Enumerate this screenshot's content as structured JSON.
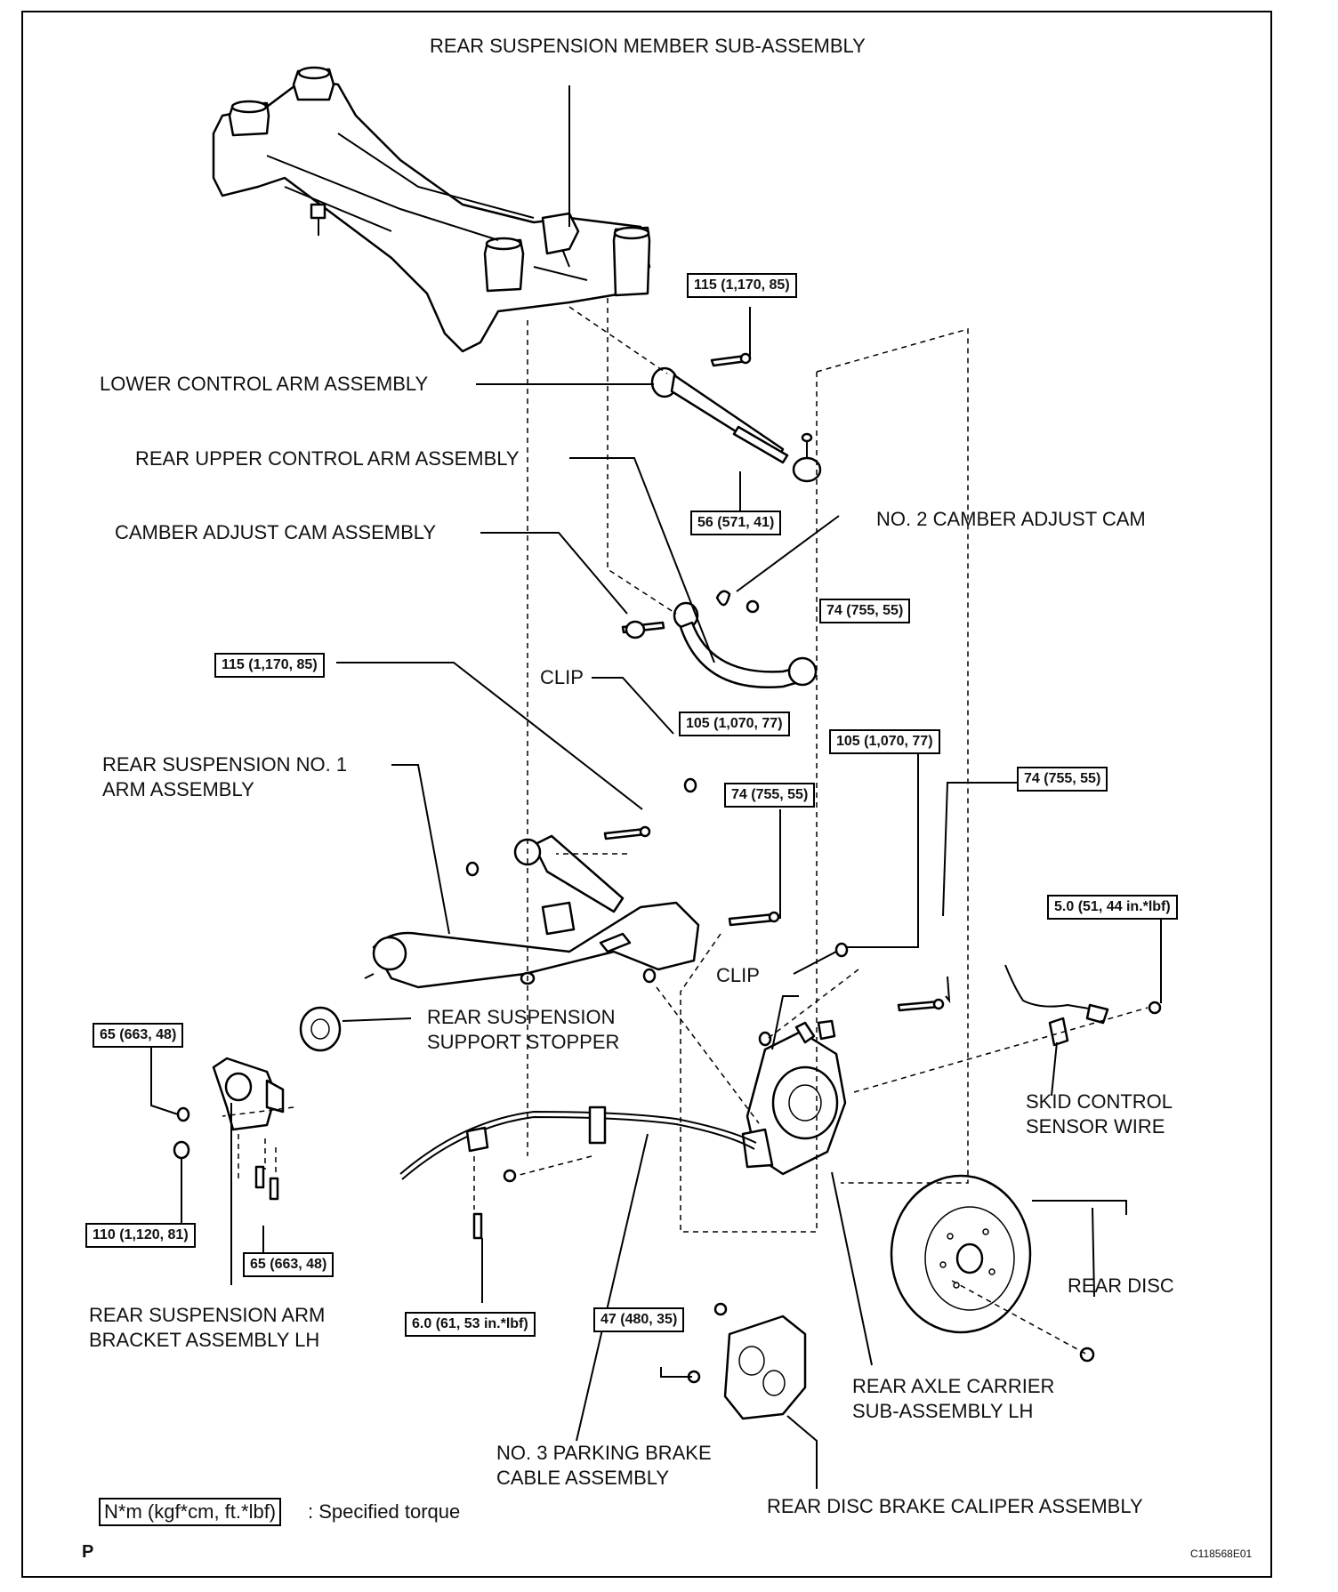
{
  "labels": {
    "member": "REAR SUSPENSION MEMBER SUB-ASSEMBLY",
    "lower_arm": "LOWER CONTROL ARM ASSEMBLY",
    "upper_arm": "REAR UPPER CONTROL ARM ASSEMBLY",
    "camber_cam": "CAMBER ADJUST CAM ASSEMBLY",
    "no2_cam": "NO. 2 CAMBER ADJUST CAM",
    "clip_top": "CLIP",
    "no1_arm": "REAR SUSPENSION NO. 1\nARM ASSEMBLY",
    "clip_mid": "CLIP",
    "stopper": "REAR SUSPENSION\nSUPPORT STOPPER",
    "skid_wire": "SKID CONTROL\nSENSOR WIRE",
    "bracket": "REAR SUSPENSION ARM\nBRACKET ASSEMBLY LH",
    "rear_disc": "REAR DISC",
    "axle_carrier": "REAR AXLE CARRIER\nSUB-ASSEMBLY LH",
    "parking_cable": "NO. 3 PARKING BRAKE\nCABLE ASSEMBLY",
    "caliper": "REAR DISC BRAKE CALIPER ASSEMBLY"
  },
  "torques": {
    "t_lower_top": "115 (1,170, 85)",
    "t_lower_mid": "56 (571, 41)",
    "t_cam_nut": "74 (755, 55)",
    "t_no1_left": "115 (1,170, 85)",
    "t_clip_nut": "105 (1,070, 77)",
    "t_no1_bolt": "74 (755, 55)",
    "t_carrier_nut": "105 (1,070, 77)",
    "t_carrier_bolt": "74 (755, 55)",
    "t_sensor": "5.0 (51, 44 in.*lbf)",
    "t_bracket_top": "65 (663, 48)",
    "t_bracket_nut": "110 (1,120, 81)",
    "t_bracket_low": "65 (663, 48)",
    "t_cable": "6.0 (61, 53 in.*lbf)",
    "t_caliper": "47 (480, 35)"
  },
  "legend": {
    "box": "N*m (kgf*cm, ft.*lbf)",
    "text": ": Specified torque"
  },
  "corner_mark": "P",
  "figure_code": "C118568E01"
}
